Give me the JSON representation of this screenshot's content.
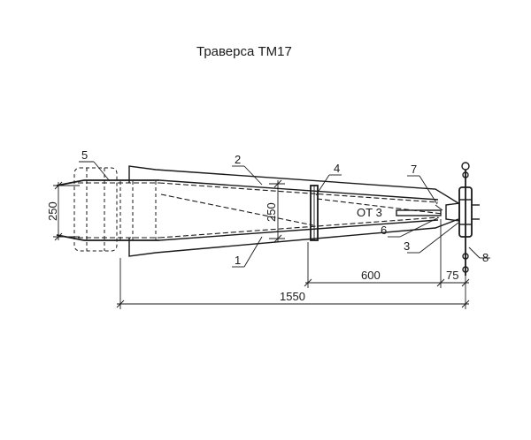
{
  "title": "Траверса ТМ17",
  "dimensions": {
    "total_length": "1550",
    "length_600": "600",
    "length_75": "75",
    "height_left": "250",
    "height_mid": "250"
  },
  "callouts": [
    "1",
    "2",
    "3",
    "4",
    "5",
    "6",
    "7",
    "8"
  ],
  "note": "ОТ 3"
}
